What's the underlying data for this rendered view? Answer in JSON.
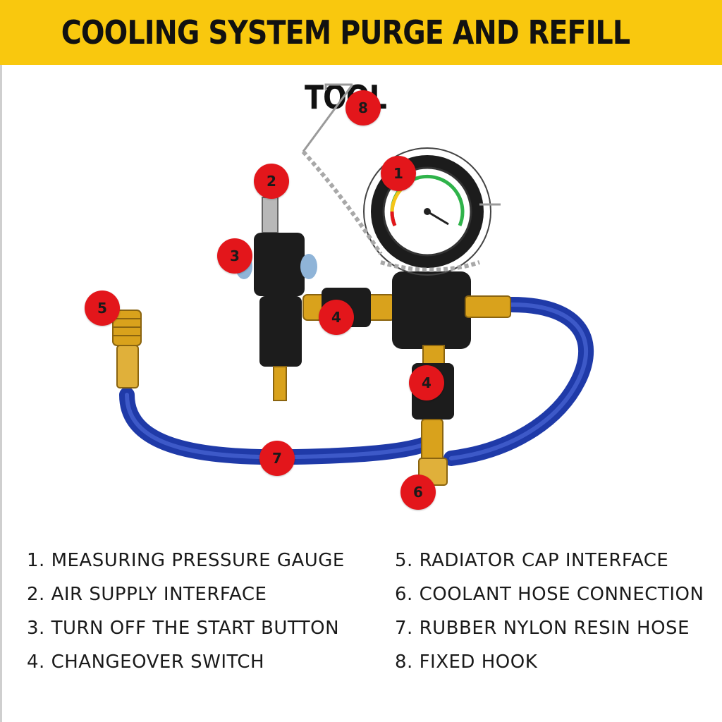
{
  "title": "COOLING SYSTEM PURGE AND REFILL TOOL",
  "markers": [
    "1",
    "2",
    "3",
    "4",
    "4",
    "5",
    "6",
    "7",
    "8"
  ],
  "legend": [
    "1. MEASURING PRESSURE GAUGE",
    "2. AIR SUPPLY INTERFACE",
    "3. TURN OFF THE START BUTTON",
    "4. CHANGEOVER SWITCH",
    "5. RADIATOR CAP INTERFACE",
    "6. COOLANT HOSE CONNECTION",
    "7. RUBBER NYLON RESIN HOSE",
    "8. FIXED HOOK"
  ],
  "colors": {
    "banner": "#f9c80e",
    "marker": "#e3161b",
    "hose": "#2b44b8",
    "brass": "#d9a21c"
  }
}
